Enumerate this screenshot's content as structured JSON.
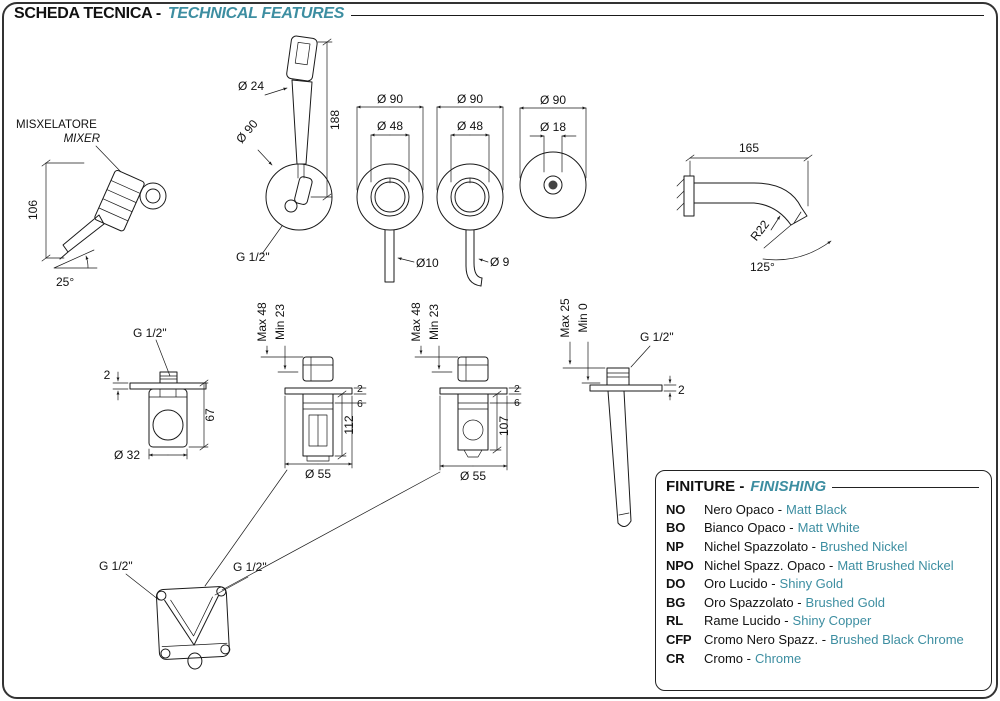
{
  "accent": "#3d8ea1",
  "header": {
    "title_it": "SCHEDA TECNICA -",
    "title_en": "TECHNICAL FEATURES"
  },
  "labels": {
    "mixer_it": "MISXELATORE",
    "mixer_en": "MIXER",
    "mixer_height": "106",
    "mixer_angle": "25°",
    "handshower": {
      "d_head": "Ø 24",
      "d_rosette": "Ø 90",
      "length": "188",
      "thread": "G 1/2\""
    },
    "valve_top_1": {
      "d_outer": "Ø 90",
      "d_inner": "Ø 48",
      "d_stem": "Ø10"
    },
    "valve_top_2": {
      "d_outer": "Ø 90",
      "d_inner": "Ø 48",
      "d_stem": "Ø 9"
    },
    "spout_face": {
      "d_outer": "Ø 90",
      "d_inner": "Ø 18"
    },
    "wall_spout": {
      "reach": "165",
      "radius": "R22",
      "angle": "125°"
    },
    "flange_side": {
      "thread": "G 1/2\"",
      "plate": "2",
      "height": "67",
      "diameter": "Ø 32"
    },
    "valve_side_1": {
      "max": "Max 48",
      "min": "Min 23",
      "plate": "2",
      "gap": "6",
      "depth": "112",
      "diameter": "Ø 55"
    },
    "valve_side_2": {
      "max": "Max 48",
      "min": "Min 23",
      "plate": "2",
      "gap": "6",
      "depth": "107",
      "diameter": "Ø 55"
    },
    "spout_side": {
      "max": "Max 25",
      "min": "Min 0",
      "thread": "G 1/2\"",
      "plate": "2"
    },
    "body": {
      "thread_left": "G 1/2\"",
      "thread_right": "G 1/2\""
    }
  },
  "finishes": {
    "title_it": "FINITURE -",
    "title_en": "FINISHING",
    "items": [
      {
        "code": "NO",
        "it": "Nero Opaco -",
        "en": "Matt Black"
      },
      {
        "code": "BO",
        "it": "Bianco Opaco -",
        "en": "Matt White"
      },
      {
        "code": "NP",
        "it": "Nichel Spazzolato -",
        "en": "Brushed Nickel"
      },
      {
        "code": "NPO",
        "it": "Nichel Spazz. Opaco -",
        "en": "Matt Brushed Nickel"
      },
      {
        "code": "DO",
        "it": "Oro Lucido -",
        "en": "Shiny Gold"
      },
      {
        "code": "BG",
        "it": "Oro Spazzolato -",
        "en": "Brushed Gold"
      },
      {
        "code": "RL",
        "it": "Rame Lucido -",
        "en": "Shiny Copper"
      },
      {
        "code": "CFP",
        "it": "Cromo Nero Spazz. -",
        "en": "Brushed Black Chrome"
      },
      {
        "code": "CR",
        "it": "Cromo -",
        "en": "Chrome"
      }
    ]
  }
}
